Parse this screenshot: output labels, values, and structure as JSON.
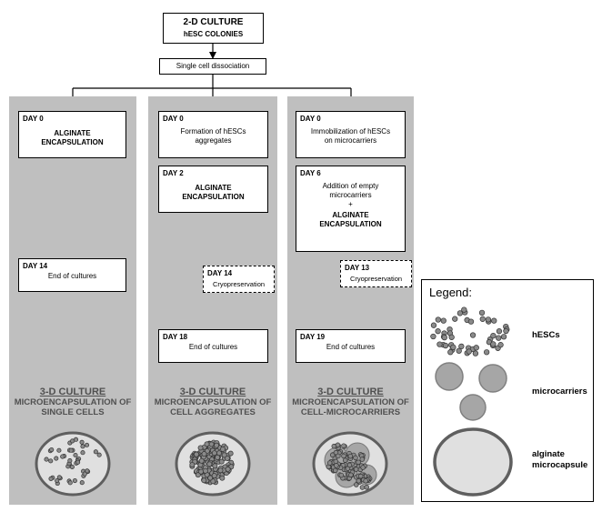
{
  "top": {
    "title": "2-D CULTURE",
    "subtitle": "hESC COLONIES",
    "dissociation": "Single cell dissociation"
  },
  "columns": [
    {
      "steps": [
        {
          "day": "DAY 0",
          "lines": [
            "ALGINATE",
            "ENCAPSULATION"
          ]
        },
        {
          "day": "DAY 14",
          "lines": [
            "End of cultures"
          ]
        }
      ],
      "heading": "3-D CULTURE",
      "subheading": [
        "MICROENCAPSULATION OF",
        "SINGLE CELLS"
      ]
    },
    {
      "steps": [
        {
          "day": "DAY 0",
          "lines": [
            "Formation of hESCs",
            "aggregates"
          ]
        },
        {
          "day": "DAY 2",
          "lines": [
            "ALGINATE",
            "ENCAPSULATION"
          ]
        },
        {
          "day": "DAY 14",
          "lines": [
            "Cryopreservation"
          ]
        },
        {
          "day": "DAY 18",
          "lines": [
            "End of cultures"
          ]
        }
      ],
      "heading": "3-D CULTURE",
      "subheading": [
        "MICROENCAPSULATION OF",
        "CELL AGGREGATES"
      ]
    },
    {
      "steps": [
        {
          "day": "DAY 0",
          "lines": [
            "Immobilization of hESCs",
            "on microcarriers"
          ]
        },
        {
          "day": "DAY 6",
          "lines": [
            "Addition of empty",
            "microcarriers",
            "+",
            "ALGINATE",
            "ENCAPSULATION"
          ]
        },
        {
          "day": "DAY 13",
          "lines": [
            "Cryopreservation"
          ]
        },
        {
          "day": "DAY 19",
          "lines": [
            "End of cultures"
          ]
        }
      ],
      "heading": "3-D CULTURE",
      "subheading": [
        "MICROENCAPSULATION OF",
        "CELL-MICROCARRIERS"
      ]
    }
  ],
  "legend": {
    "title": "Legend:",
    "items": [
      {
        "label": "hESCs"
      },
      {
        "label": "microcarriers"
      },
      {
        "label": "alginate microcapsule"
      }
    ]
  },
  "colors": {
    "panel": "#bfbfbf",
    "cell_fill": "#8a8a8a",
    "microcarrier_fill": "#a6a6a6",
    "capsule_fill": "#e0e0e0",
    "capsule_stroke": "#5f5f5f"
  }
}
